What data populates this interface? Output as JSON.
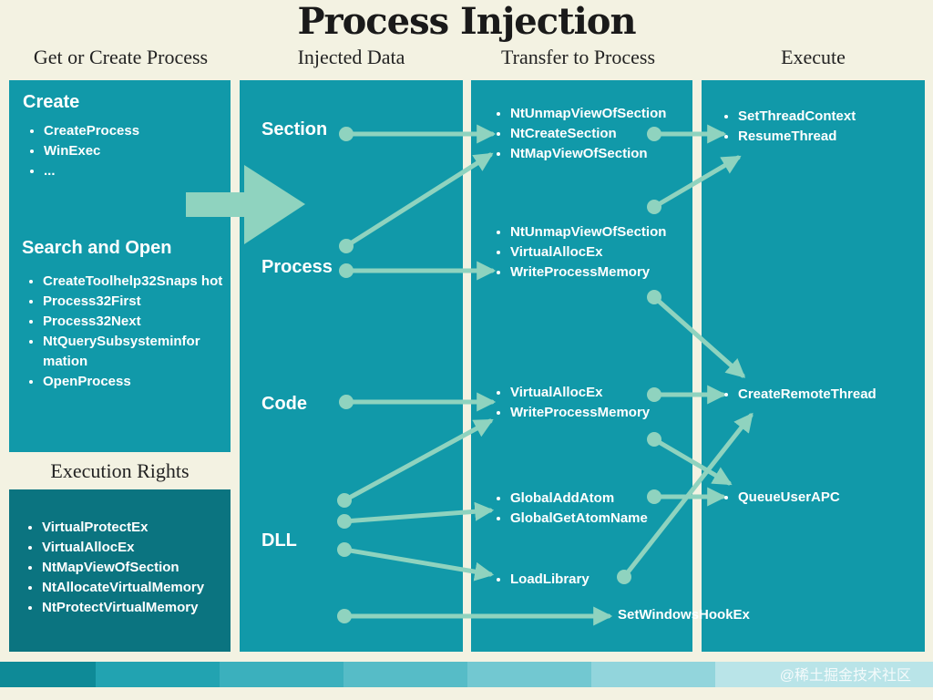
{
  "title": "Process Injection",
  "column_headers": {
    "col1": "Get or Create Process",
    "col2": "Injected Data",
    "col3": "Transfer to Process",
    "col4": "Execute"
  },
  "create_panel": {
    "title": "Create",
    "items": [
      "CreateProcess",
      "WinExec",
      "..."
    ]
  },
  "search_panel": {
    "title": "Search and Open",
    "items": [
      "CreateToolhelp32Snaps hot",
      "Process32First",
      "Process32Next",
      "NtQuerySubsysteminfor mation",
      "OpenProcess"
    ]
  },
  "execution_rights": {
    "title": "Execution Rights",
    "items": [
      "VirtualProtectEx",
      "VirtualAllocEx",
      "NtMapViewOfSection",
      "NtAllocateVirtualMemory",
      "NtProtectVirtualMemory"
    ]
  },
  "injected_data": {
    "section": "Section",
    "process": "Process",
    "code": "Code",
    "dll": "DLL"
  },
  "transfer": {
    "group1": [
      "NtUnmapViewOfSection",
      "NtCreateSection",
      "NtMapViewOfSection"
    ],
    "group2": [
      "NtUnmapViewOfSection",
      "VirtualAllocEx",
      "WriteProcessMemory"
    ],
    "group3": [
      "VirtualAllocEx",
      "WriteProcessMemory"
    ],
    "group4": [
      "GlobalAddAtom",
      "GlobalGetAtomName"
    ],
    "group5": [
      "LoadLibrary"
    ],
    "hook": "SetWindowsHookEx"
  },
  "execute": {
    "group1": [
      "SetThreadContext",
      "ResumeThread"
    ],
    "create_remote_thread": "CreateRemoteThread",
    "queue_user_apc": "QueueUserAPC"
  },
  "watermark": "@稀土掘金技术社区",
  "colors": {
    "background": "#f3f2e2",
    "panel": "#1199a9",
    "panel_dark": "#0b7480",
    "arrow": "#8fd3bf"
  }
}
